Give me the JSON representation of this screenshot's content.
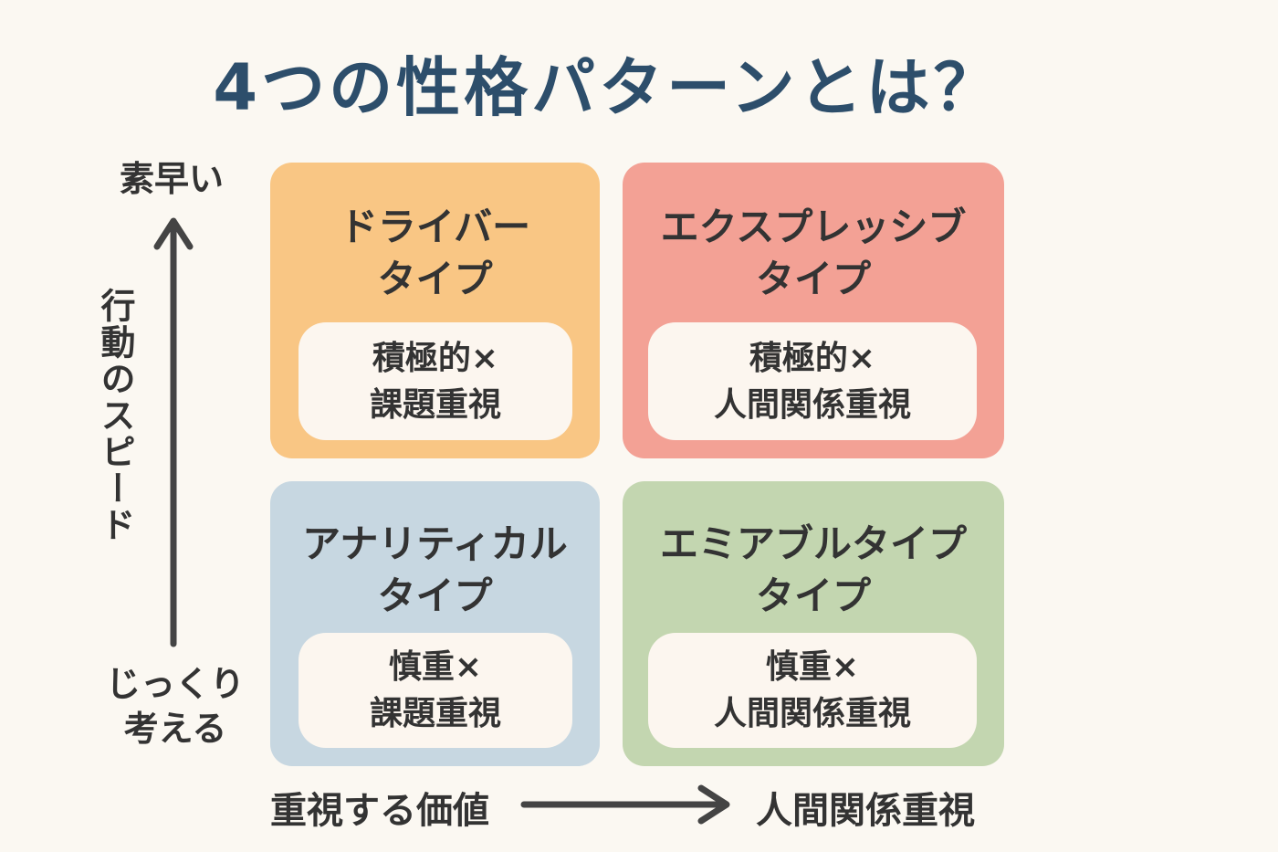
{
  "title": "4つの性格パターンとは？",
  "y_axis": {
    "top": "素早い",
    "label": "行動のスピード",
    "bottom_line1": "じっくり",
    "bottom_line2": "考える"
  },
  "x_axis": {
    "label": "重視する価値",
    "right": "人間関係重視"
  },
  "quadrants": [
    {
      "name_line1": "ドライバー",
      "name_line2": "タイプ",
      "desc_line1": "積極的×",
      "desc_line2": "課題重視",
      "color": "#f9c684"
    },
    {
      "name_line1": "エクスプレッシブ",
      "name_line2": "タイプ",
      "desc_line1": "積極的×",
      "desc_line2": "人間関係重視",
      "color": "#f3a195"
    },
    {
      "name_line1": "アナリティカル",
      "name_line2": "タイプ",
      "desc_line1": "慎重×",
      "desc_line2": "課題重視",
      "color": "#c7d7e1"
    },
    {
      "name_line1": "エミアブルタイプ",
      "name_line2": "タイプ",
      "desc_line1": "慎重×",
      "desc_line2": "人間関係重視",
      "color": "#c3d6b0"
    }
  ],
  "colors": {
    "title": "#2d4e6b",
    "background": "#fbf8f2",
    "text": "#333333",
    "arrow": "#444444",
    "box": "#fcf6ef"
  }
}
